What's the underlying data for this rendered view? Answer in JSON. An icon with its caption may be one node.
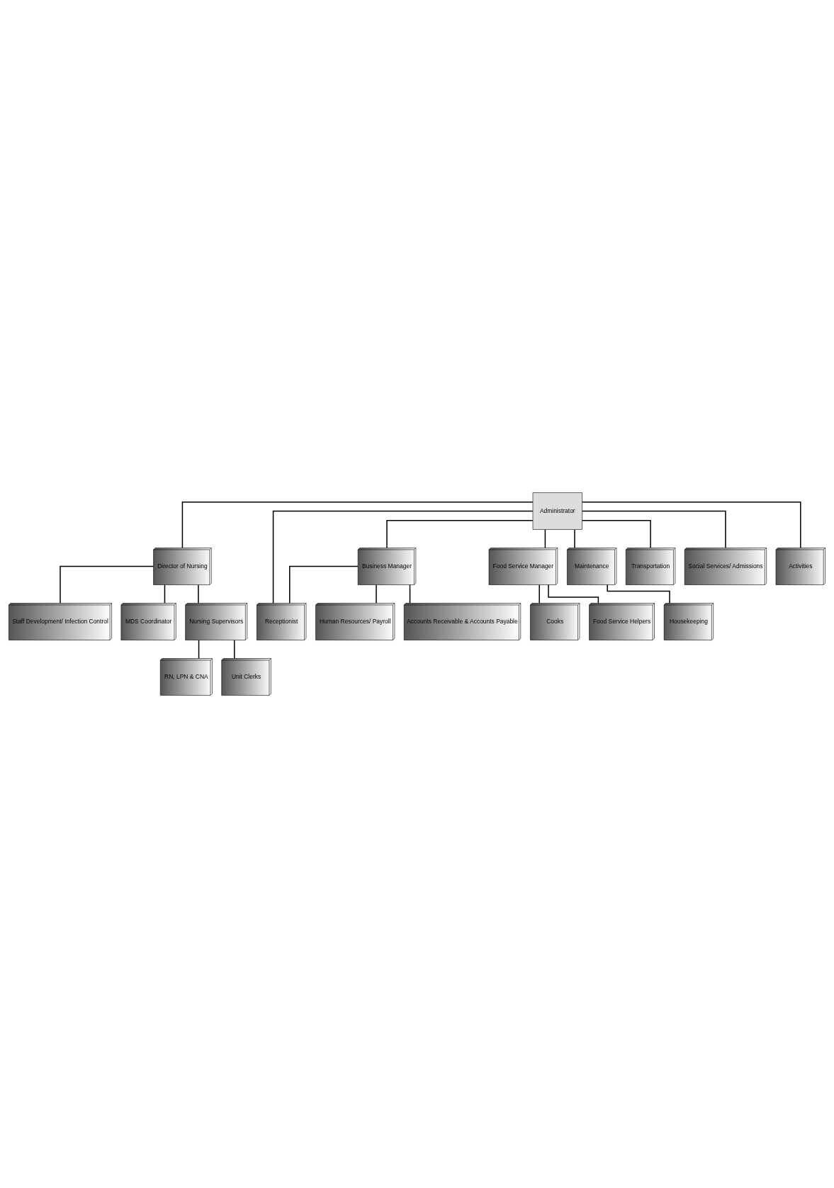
{
  "diagram": {
    "nodes": [
      {
        "text": [
          "Administrator"
        ]
      },
      {
        "text": [
          "Director of Nursing"
        ]
      },
      {
        "text": [
          "Staff Development/ Infection Control"
        ]
      },
      {
        "text": [
          "MDS Coordinator"
        ]
      },
      {
        "text": [
          "Nursing Supervisors"
        ]
      },
      {
        "text": [
          "RN, LPN & CNA"
        ]
      },
      {
        "text": [
          "Unit Clerks"
        ]
      },
      {
        "text": [
          "Receptionist"
        ]
      },
      {
        "text": [
          "Business Manager"
        ]
      },
      {
        "text": [
          "Human Resources/ Payroll"
        ]
      },
      {
        "text": [
          "Accounts Receivable & Accounts Payable"
        ]
      },
      {
        "text": [
          "Food Service Manager"
        ]
      },
      {
        "text": [
          "Cooks"
        ]
      },
      {
        "text": [
          "Food Service Helpers"
        ]
      },
      {
        "text": [
          "Maintenance"
        ]
      },
      {
        "text": [
          "Housekeeping"
        ]
      },
      {
        "text": [
          "Transportation"
        ]
      },
      {
        "text": [
          "Social Services/ Admissions"
        ]
      },
      {
        "text": [
          "Activities"
        ]
      }
    ],
    "edges": [
      {
        "from": 0,
        "to": 1,
        "arrow": "none"
      },
      {
        "from": 0,
        "to": 8,
        "arrow": "none"
      },
      {
        "from": 0,
        "to": 11,
        "arrow": "none"
      },
      {
        "from": 0,
        "to": 14,
        "arrow": "none"
      },
      {
        "from": 0,
        "to": 16,
        "arrow": "none"
      },
      {
        "from": 0,
        "to": 17,
        "arrow": "none"
      },
      {
        "from": 0,
        "to": 18,
        "arrow": "none"
      },
      {
        "from": 0,
        "to": 7,
        "arrow": "none"
      },
      {
        "from": 1,
        "to": 2,
        "arrow": "none"
      },
      {
        "from": 1,
        "to": 3,
        "arrow": "none"
      },
      {
        "from": 1,
        "to": 4,
        "arrow": "none"
      },
      {
        "from": 4,
        "to": 5,
        "arrow": "none"
      },
      {
        "from": 4,
        "to": 6,
        "arrow": "none"
      },
      {
        "from": 8,
        "to": 7,
        "arrow": "none"
      },
      {
        "from": 8,
        "to": 9,
        "arrow": "none"
      },
      {
        "from": 8,
        "to": 10,
        "arrow": "none"
      },
      {
        "from": 11,
        "to": 12,
        "arrow": "none"
      },
      {
        "from": 11,
        "to": 13,
        "arrow": "none"
      },
      {
        "from": 14,
        "to": 15,
        "arrow": "none"
      }
    ]
  }
}
